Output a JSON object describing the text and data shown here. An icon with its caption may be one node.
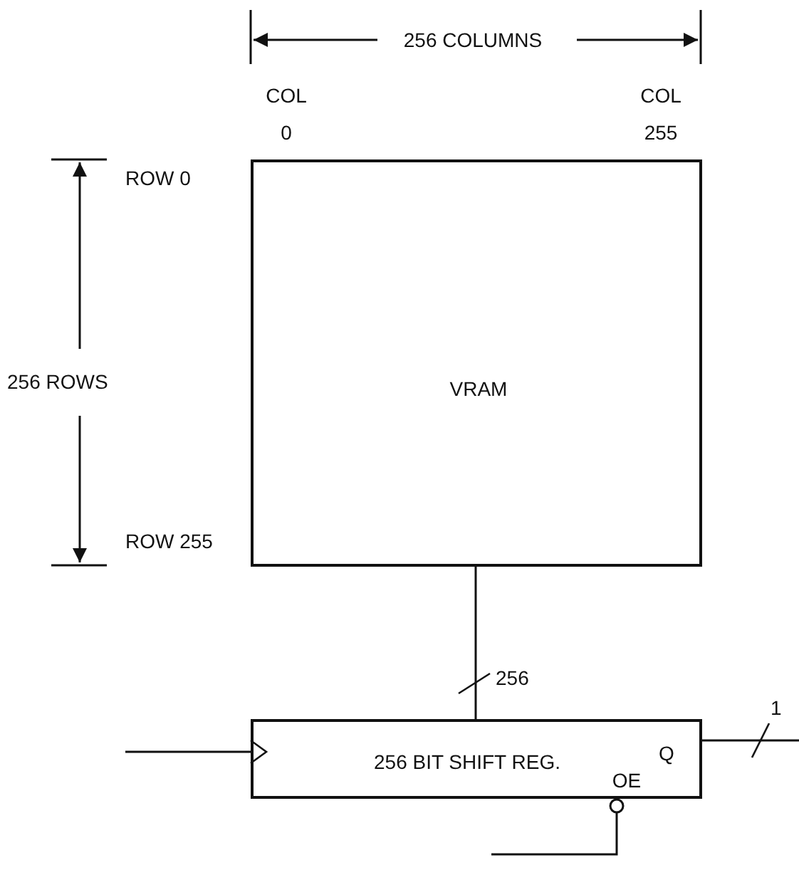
{
  "diagram": {
    "nodes": [
      {
        "text": [
          "VRAM"
        ]
      },
      {
        "text": [
          "256 BIT SHIFT REG.",
          "Q",
          "OE"
        ]
      }
    ],
    "edges": [
      {
        "from": 0,
        "to": 1,
        "arrow": "none",
        "label": "256"
      },
      {
        "from": null,
        "to": 1,
        "arrow": "to"
      },
      {
        "from": 1,
        "to": null,
        "arrow": "none",
        "label": "1"
      },
      {
        "from": null,
        "to": 1,
        "arrow": "other"
      }
    ],
    "labels": [
      "256 COLUMNS",
      "COL 0",
      "COL 255",
      "ROW 0",
      "256 ROWS",
      "ROW 255"
    ]
  }
}
